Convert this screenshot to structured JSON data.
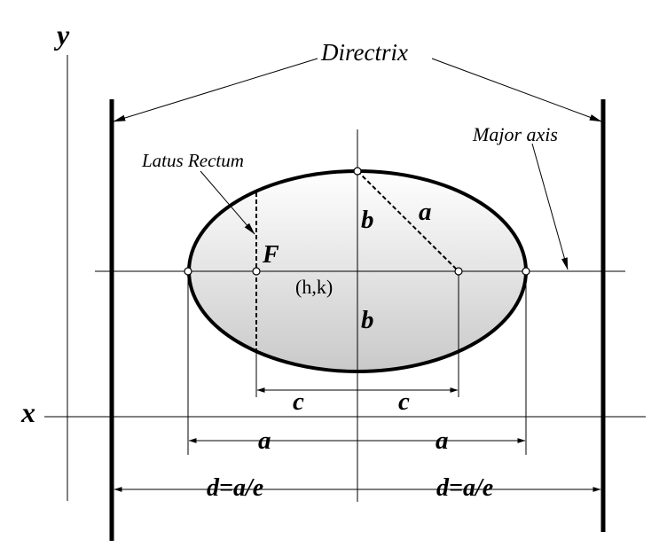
{
  "labels": {
    "y_axis": "y",
    "x_axis": "x",
    "directrix": "Directrix",
    "major_axis": "Major axis",
    "latus_rectum": "Latus Rectum",
    "focus": "F",
    "center": "(h,k)",
    "b_upper": "b",
    "b_lower": "b",
    "a_diagonal": "a",
    "c_left": "c",
    "c_right": "c",
    "a_left": "a",
    "a_right": "a",
    "d_left": "d=a/e",
    "d_right": "d=a/e"
  },
  "colors": {
    "stroke": "#000000",
    "fill_top": "#ffffff",
    "fill_bottom": "#c9c9c9"
  }
}
